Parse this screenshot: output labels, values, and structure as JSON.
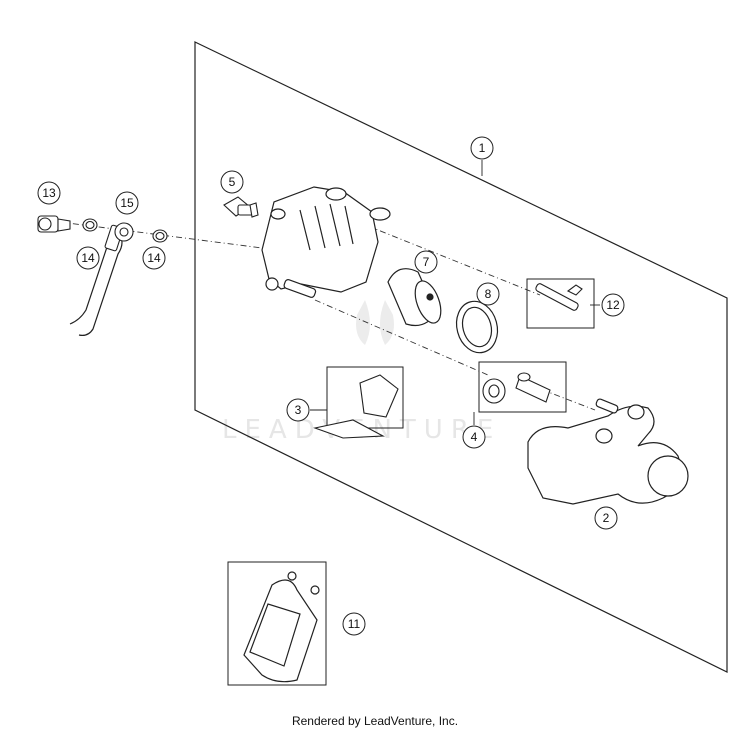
{
  "diagram": {
    "watermark": "LEADVENTURE",
    "callouts": {
      "c1": "1",
      "c2": "2",
      "c3": "3",
      "c4": "4",
      "c5": "5",
      "c7": "7",
      "c8": "8",
      "c11": "11",
      "c12": "12",
      "c13": "13",
      "c14a": "14",
      "c14b": "14",
      "c15": "15"
    }
  },
  "footer": {
    "text": "Rendered by LeadVenture, Inc."
  }
}
